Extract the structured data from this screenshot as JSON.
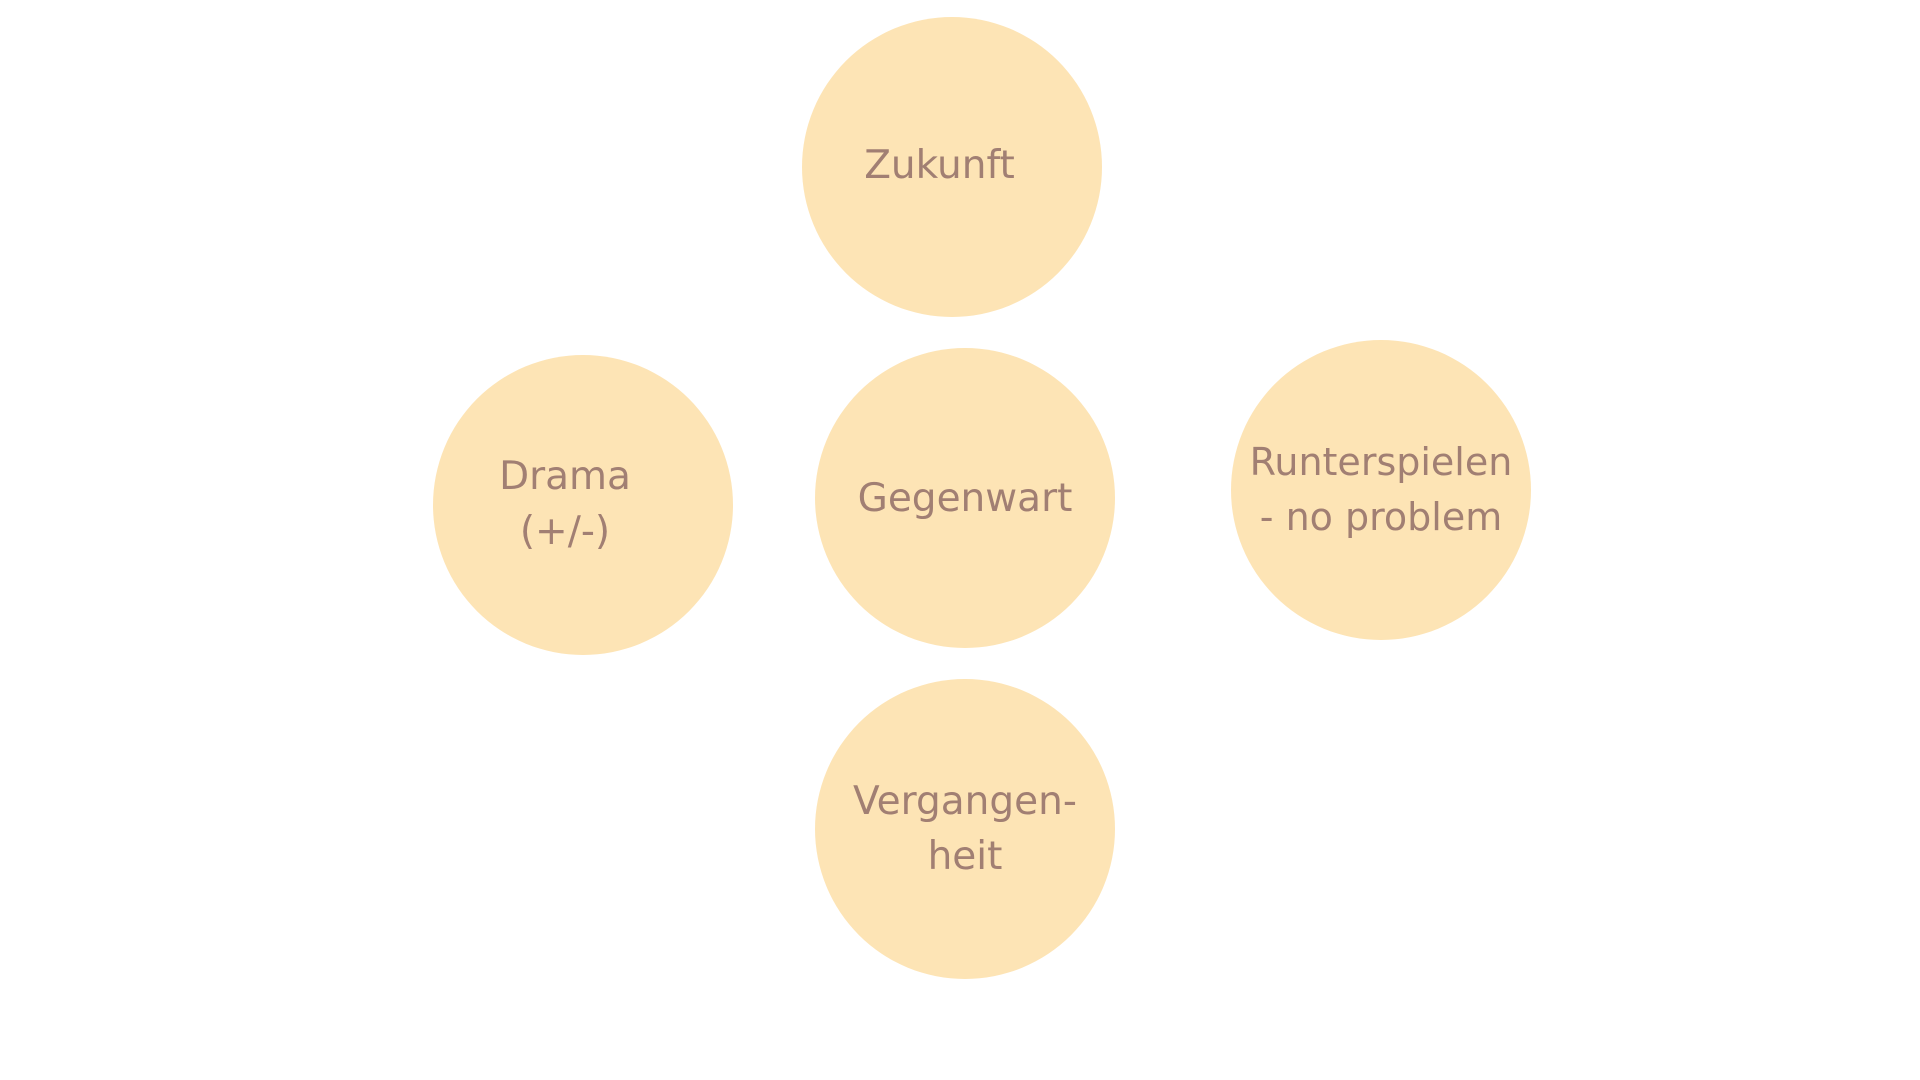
{
  "diagram": {
    "nodes": [
      {
        "id": "zukunft",
        "label": "Zukunft"
      },
      {
        "id": "drama",
        "label": "Drama\n(+/-)"
      },
      {
        "id": "gegenwart",
        "label": "Gegenwart"
      },
      {
        "id": "runterspielen",
        "label": "Runterspielen\n- no problem"
      },
      {
        "id": "vergangenheit",
        "label": "Vergangen-\nheit"
      }
    ],
    "colors": {
      "circle_fill": "#fde4b5",
      "text": "#a17f73",
      "background": "#ffffff"
    }
  }
}
